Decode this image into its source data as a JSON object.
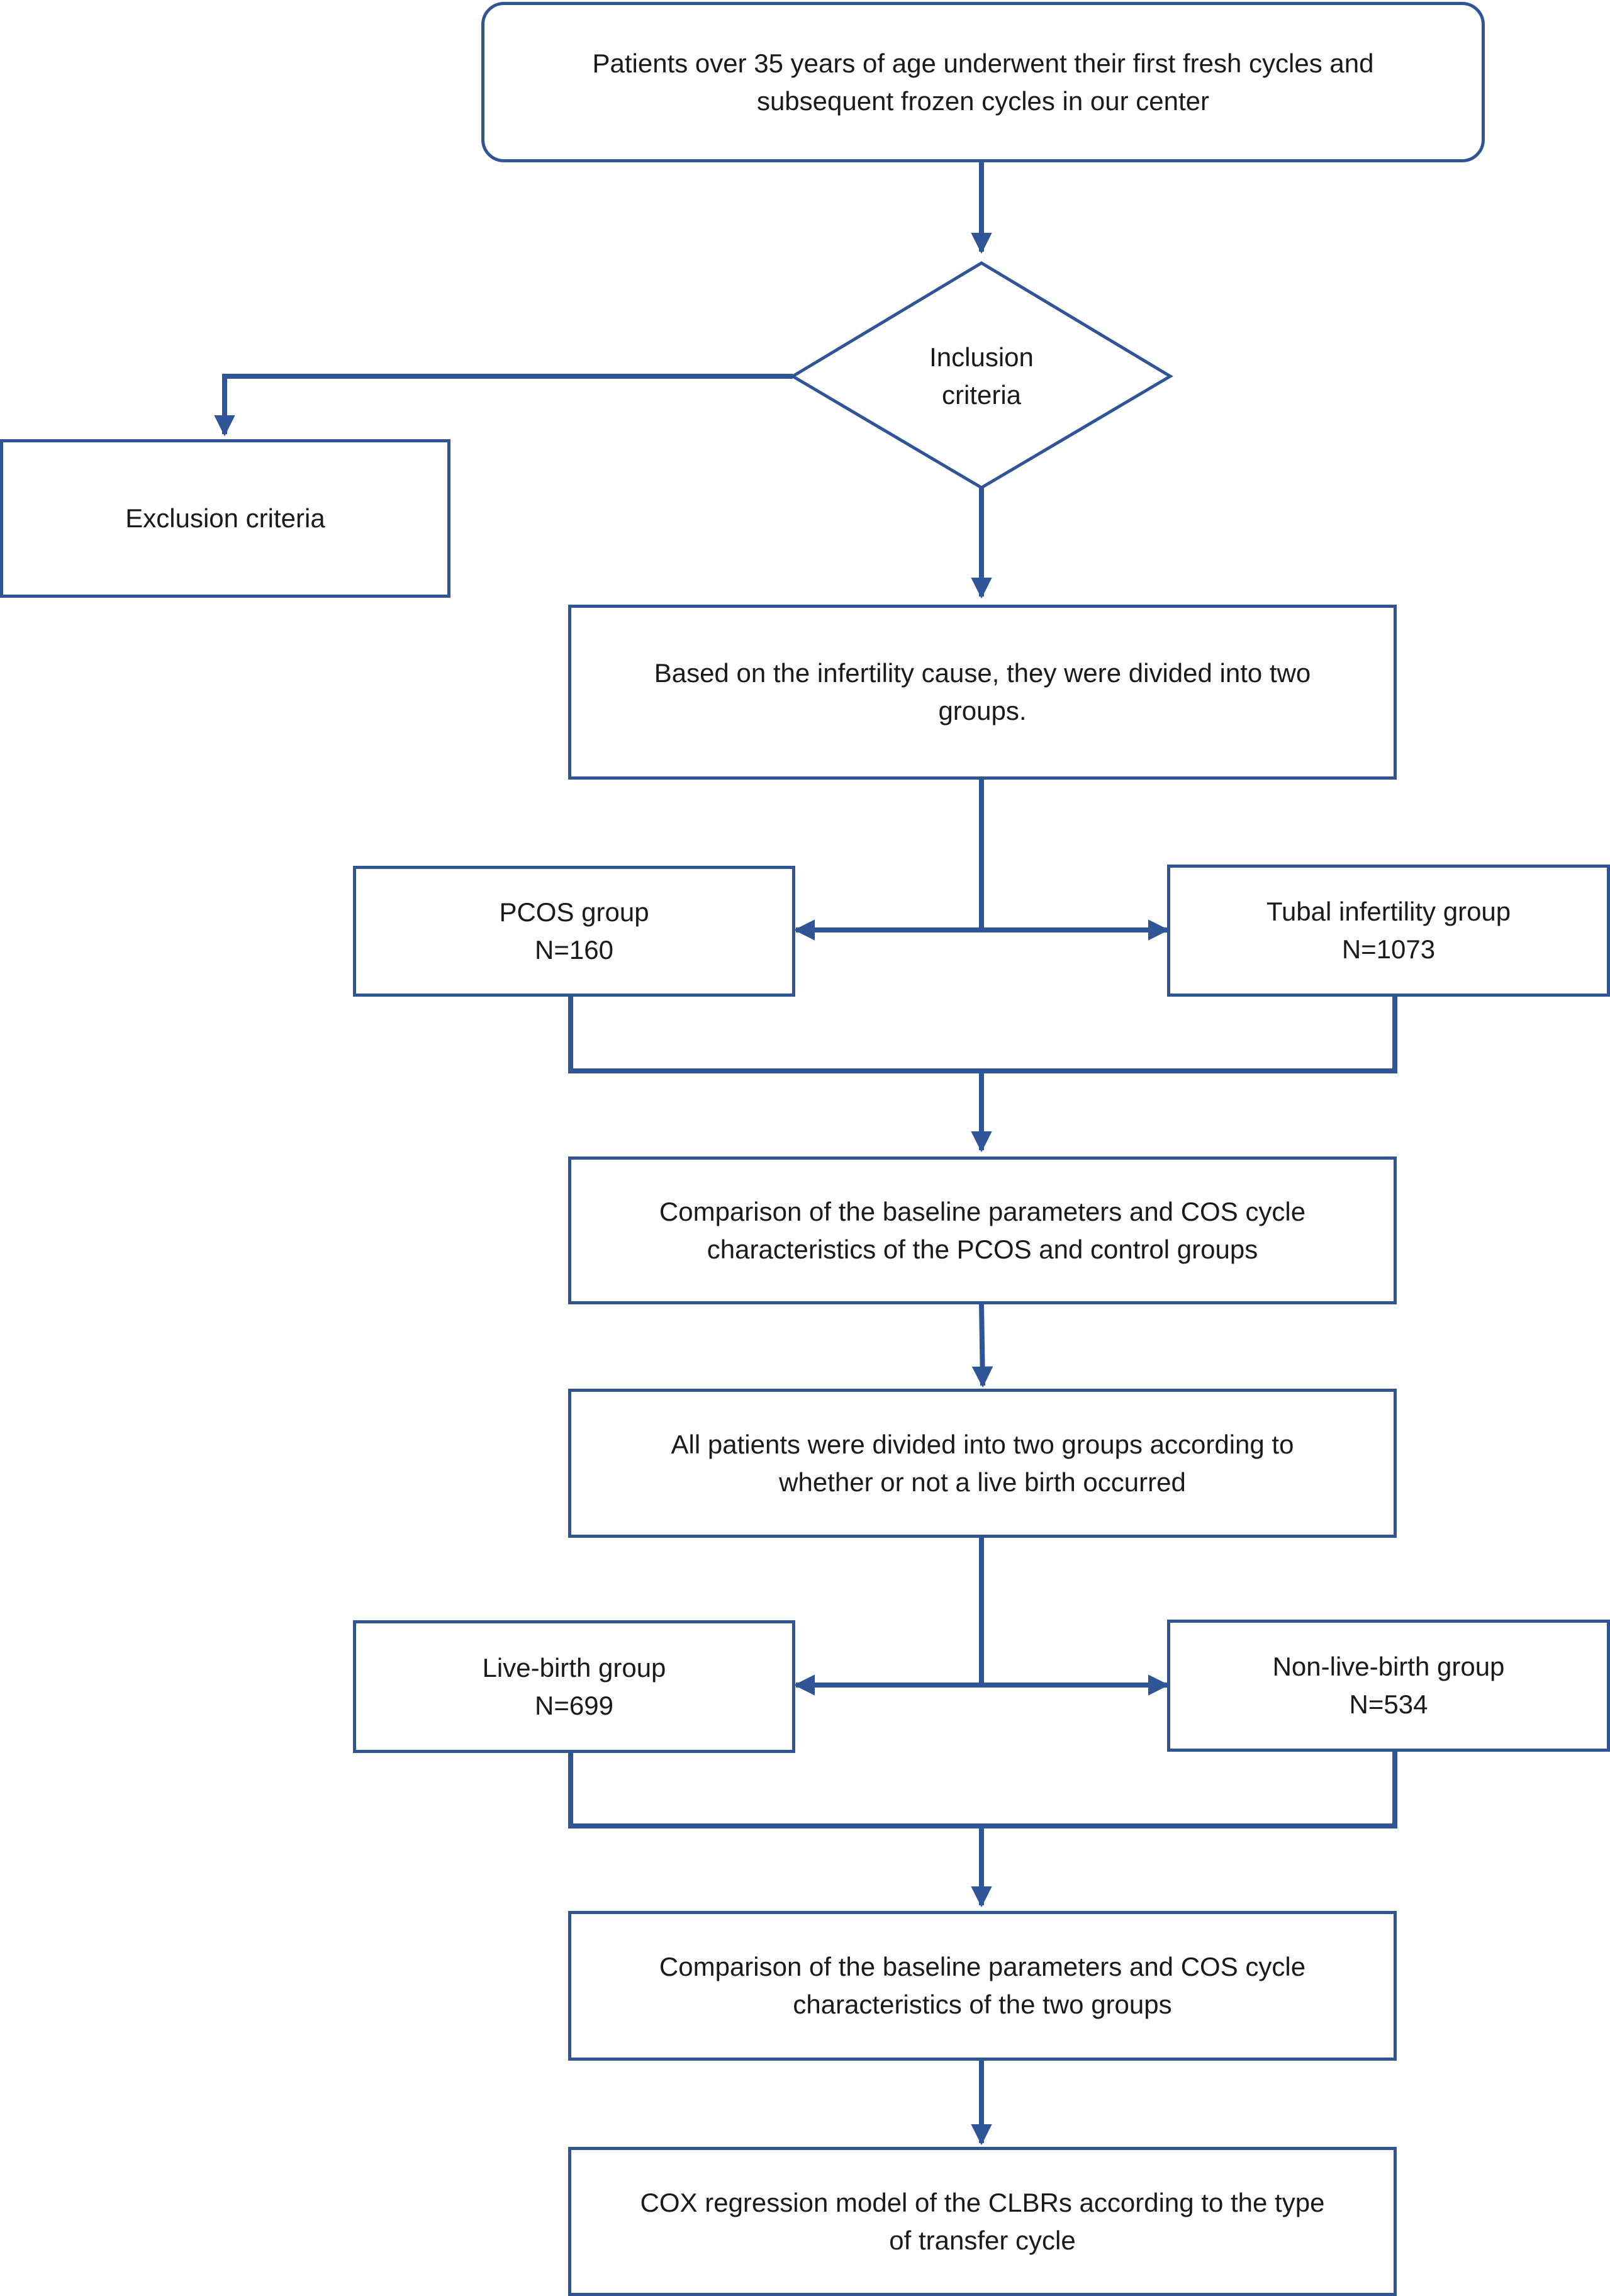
{
  "colors": {
    "stroke": "#2f5597",
    "text": "#1a1a1a",
    "background": "#ffffff"
  },
  "steps": {
    "start": {
      "line1": "Patients over 35 years of age underwent their first fresh cycles and",
      "line2": "subsequent frozen cycles in our center"
    },
    "inclusion": {
      "line1": "Inclusion",
      "line2": "criteria"
    },
    "exclusion": {
      "line1": "Exclusion criteria"
    },
    "divide_cause": {
      "line1": "Based on the infertility cause, they were divided into two",
      "line2": "groups."
    },
    "pcos": {
      "line1": "PCOS group",
      "line2": "N=160"
    },
    "tubal": {
      "line1": "Tubal infertility group",
      "line2": "N=1073"
    },
    "compare1": {
      "line1": "Comparison of the baseline parameters and COS cycle",
      "line2": "characteristics of the PCOS and control groups"
    },
    "divide_birth": {
      "line1": "All patients were divided into two groups according to",
      "line2": "whether or not a live birth occurred"
    },
    "livebirth": {
      "line1": "Live-birth group",
      "line2": "N=699"
    },
    "nonlivebirth": {
      "line1": "Non-live-birth group",
      "line2": "N=534"
    },
    "compare2": {
      "line1": "Comparison of the baseline parameters and COS cycle",
      "line2": "characteristics of the two groups"
    },
    "cox": {
      "line1": "COX regression model of the CLBRs according to the type",
      "line2": "of transfer cycle"
    }
  }
}
